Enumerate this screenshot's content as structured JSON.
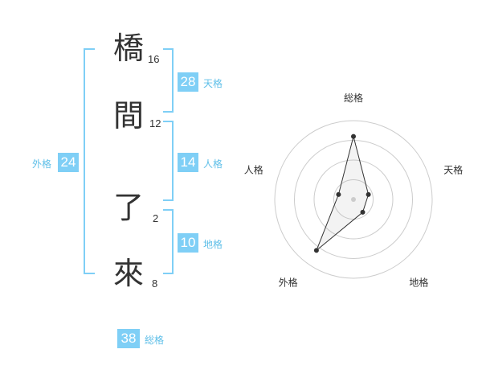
{
  "name": {
    "chars": [
      {
        "char": "橋",
        "strokes": "16"
      },
      {
        "char": "間",
        "strokes": "12"
      },
      {
        "char": "了",
        "strokes": "2"
      },
      {
        "char": "來",
        "strokes": "8"
      }
    ]
  },
  "fortunes": {
    "tenkaku": {
      "value": "28",
      "label": "天格"
    },
    "jinkaku": {
      "value": "14",
      "label": "人格"
    },
    "chikaku": {
      "value": "10",
      "label": "地格"
    },
    "gaikaku": {
      "value": "24",
      "label": "外格"
    },
    "soukaku": {
      "value": "38",
      "label": "総格"
    }
  },
  "colors": {
    "accent": "#7fcff6",
    "accent_text": "#5fbfe8",
    "text": "#333333",
    "grid": "#cccccc"
  },
  "chart_data": {
    "type": "radar",
    "axes": [
      "総格",
      "天格",
      "地格",
      "外格",
      "人格"
    ],
    "values": [
      4,
      1,
      1,
      4,
      1
    ],
    "max": 5,
    "rings": 4
  }
}
